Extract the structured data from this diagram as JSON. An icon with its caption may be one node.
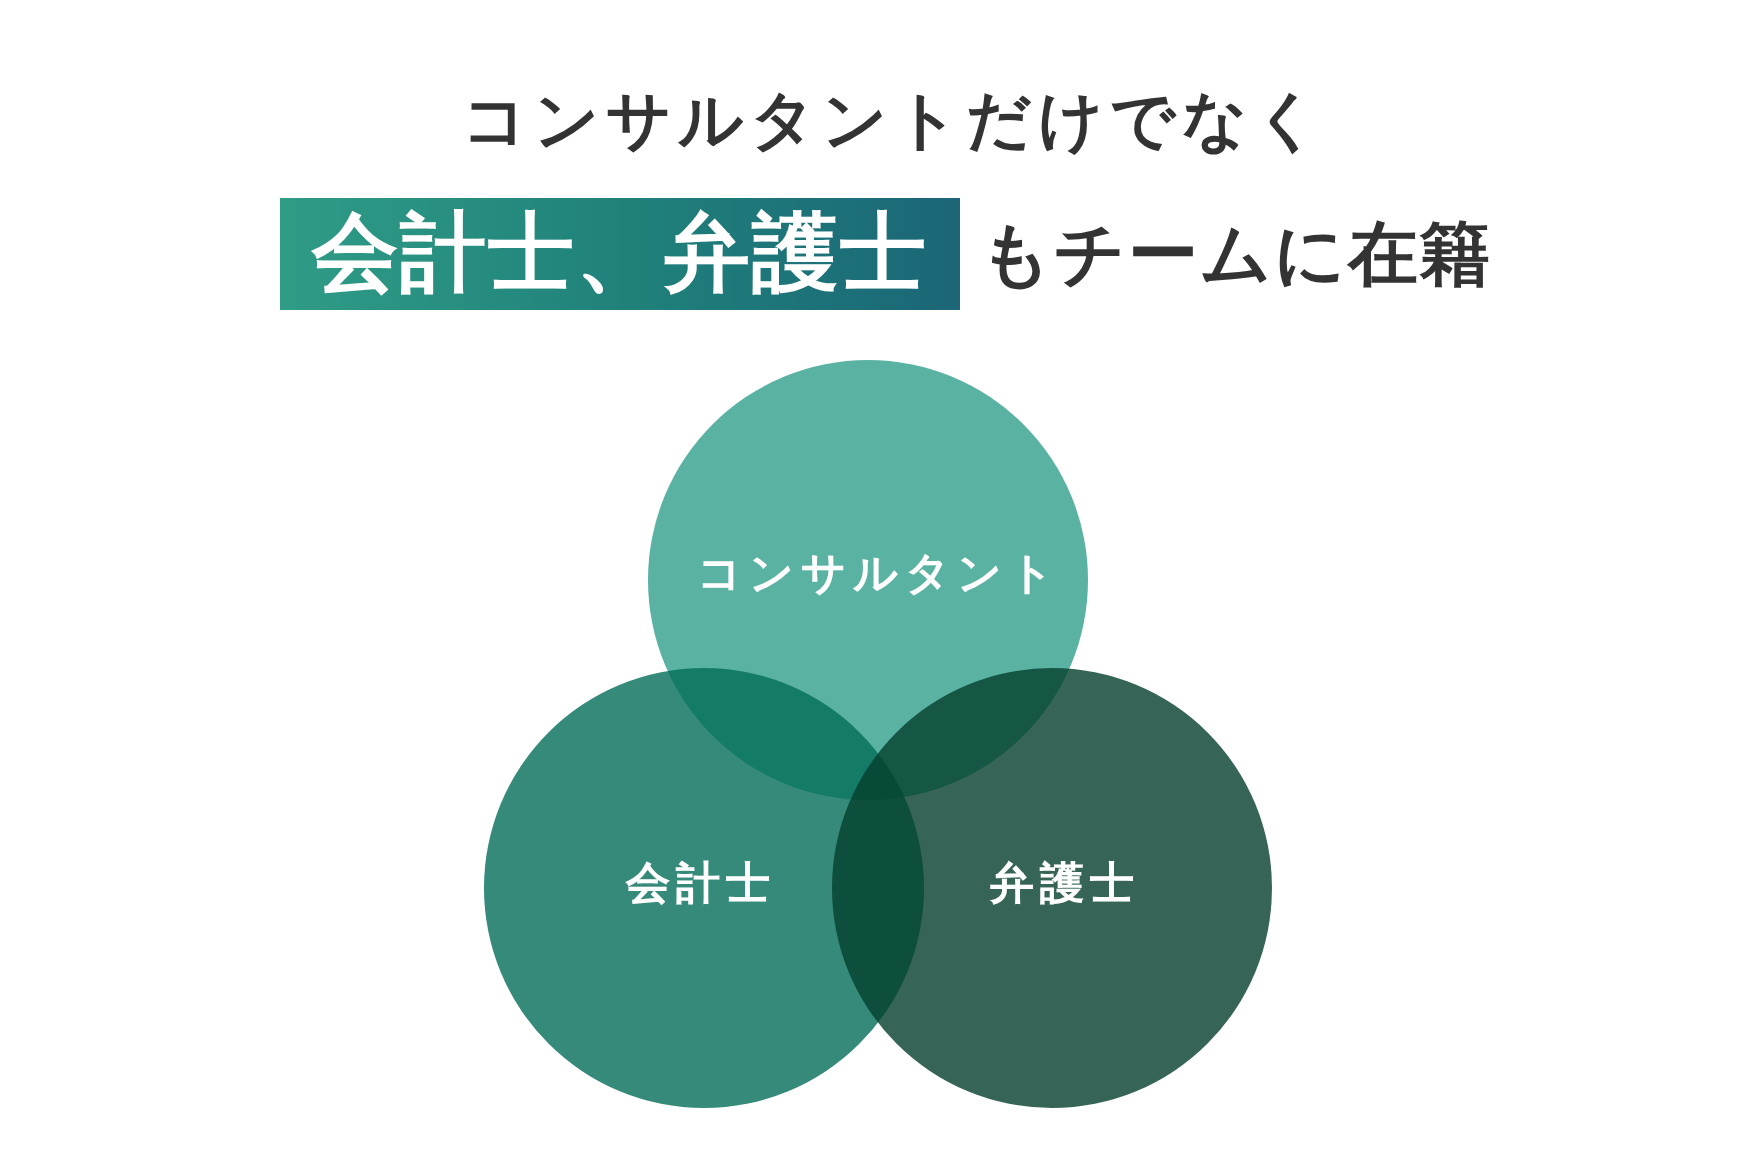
{
  "diagram": {
    "title": "コンサルタントだけでなく",
    "nodes": [
      {
        "text": [
          "コンサルタント"
        ]
      },
      {
        "text": [
          "会計士"
        ]
      },
      {
        "text": [
          "弁護士"
        ]
      }
    ],
    "labels": [
      "会計士、弁護士",
      "もチームに在籍"
    ]
  }
}
